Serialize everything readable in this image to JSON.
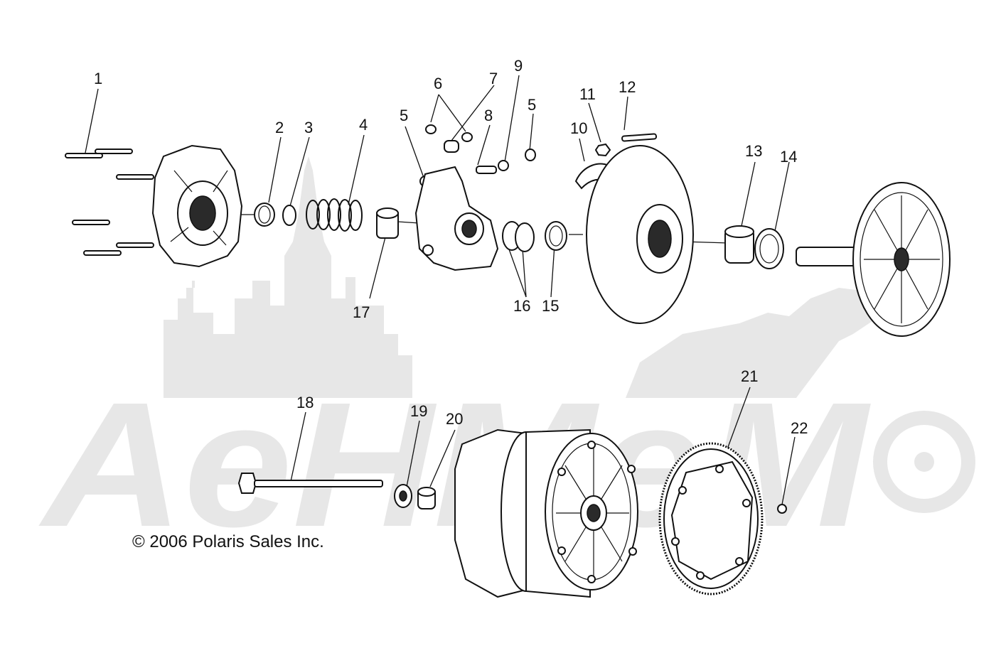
{
  "copyright": "© 2006 Polaris Sales Inc.",
  "labels": {
    "p1": "1",
    "p2": "2",
    "p3": "3",
    "p4": "4",
    "p5a": "5",
    "p5b": "5",
    "p6": "6",
    "p7": "7",
    "p8": "8",
    "p9": "9",
    "p10": "10",
    "p11": "11",
    "p12": "12",
    "p13": "13",
    "p14": "14",
    "p15": "15",
    "p16": "16",
    "p17": "17",
    "p18": "18",
    "p19": "19",
    "p20": "20",
    "p21": "21",
    "p22": "22"
  },
  "watermark": {
    "text": "AeHMeM",
    "color": "#e7e7e7"
  }
}
